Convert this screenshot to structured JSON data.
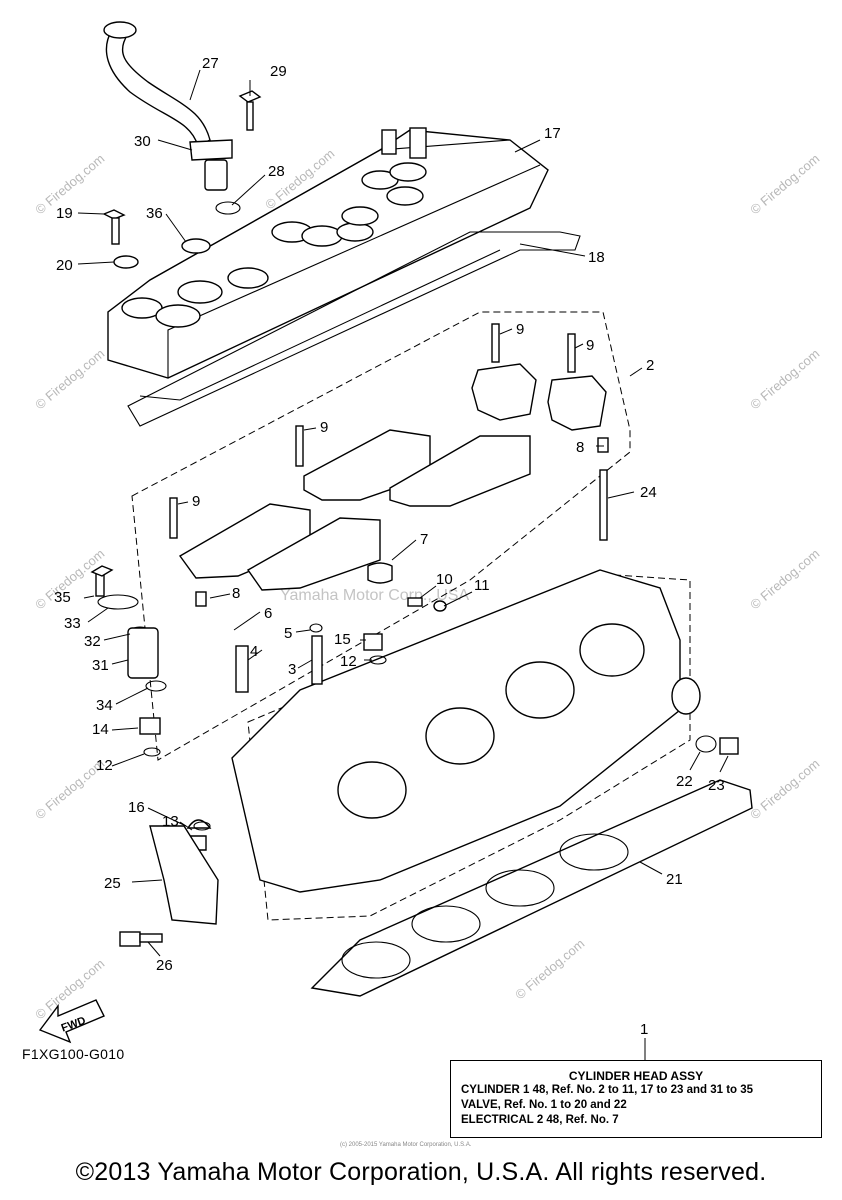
{
  "diagram": {
    "part_labels": [
      "1",
      "2",
      "3",
      "4",
      "5",
      "6",
      "7",
      "8",
      "8",
      "9",
      "9",
      "9",
      "9",
      "10",
      "11",
      "12",
      "12",
      "13",
      "14",
      "15",
      "16",
      "17",
      "18",
      "19",
      "20",
      "21",
      "22",
      "23",
      "24",
      "25",
      "26",
      "27",
      "28",
      "29",
      "30",
      "31",
      "32",
      "33",
      "34",
      "35",
      "36"
    ],
    "fwd_label": "FWD",
    "drawing_code": "F1XG100-G010",
    "center_watermark": "Yamaha Motor Corp., USA",
    "watermark_text": "© Firedog.com"
  },
  "assembly_box": {
    "title": "CYLINDER HEAD ASSY",
    "lines": [
      "CYLINDER 1 48, Ref. No. 2 to 11, 17 to 23 and 31 to 35",
      "VALVE, Ref. No. 1 to 20 and 22",
      "ELECTRICAL 2 48, Ref. No. 7"
    ]
  },
  "footer": {
    "copyright": "©2013 Yamaha Motor Corporation, U.S.A. All rights reserved.",
    "small_print": "(c) 2005-2015 Yamaha Motor Corporation, U.S.A."
  }
}
